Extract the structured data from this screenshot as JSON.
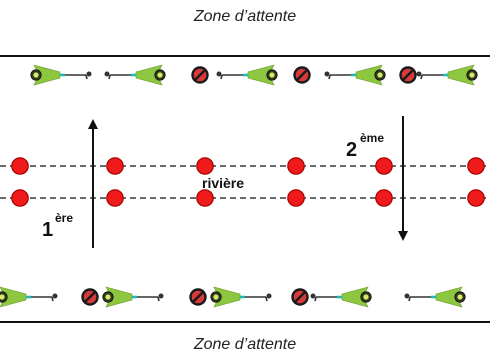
{
  "zone_top_label": "Zone d’attente",
  "zone_bottom_label": "Zone d’attente",
  "river_label": "rivière",
  "arrow_up": {
    "number": "1",
    "suffix": "ère"
  },
  "arrow_down": {
    "number": "2",
    "suffix": "ème"
  },
  "colors": {
    "cone_fill": "#8dc63f",
    "player_head": "#2f3b1a",
    "player_body": "#1fb7b7",
    "ball_and_stick": "#333333",
    "river_dot_fill": "#ef1b1b",
    "river_dot_stroke": "#a50000",
    "line": "#111111",
    "forbidden_fill": "#d63a3a",
    "forbidden_stroke": "#1a1a1a"
  },
  "icons": {
    "player": "hockey-player-icon",
    "forbidden": "forbidden-sign-icon",
    "river_dot": "red-dot-icon",
    "arrow": "arrow-icon"
  },
  "top_row": [
    {
      "type": "player",
      "facing": "right"
    },
    {
      "type": "player",
      "facing": "left"
    },
    {
      "type": "forbidden"
    },
    {
      "type": "player",
      "facing": "left"
    },
    {
      "type": "forbidden"
    },
    {
      "type": "player",
      "facing": "left"
    },
    {
      "type": "forbidden"
    },
    {
      "type": "player",
      "facing": "left"
    }
  ],
  "bottom_row": [
    {
      "type": "player",
      "facing": "right"
    },
    {
      "type": "forbidden"
    },
    {
      "type": "player",
      "facing": "right"
    },
    {
      "type": "forbidden"
    },
    {
      "type": "player",
      "facing": "right"
    },
    {
      "type": "forbidden"
    },
    {
      "type": "player",
      "facing": "left"
    },
    {
      "type": "player",
      "facing": "left"
    }
  ],
  "river_row_count": 2,
  "river_dots_per_row": 6
}
